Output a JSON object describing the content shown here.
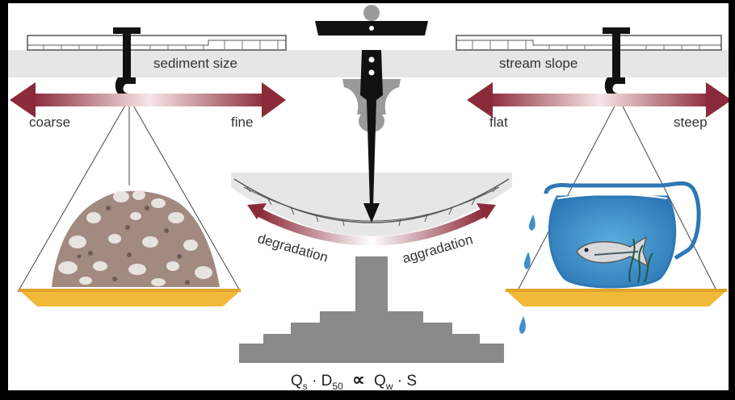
{
  "labels": {
    "sediment_size": "sediment size",
    "stream_slope": "stream slope",
    "coarse": "coarse",
    "fine": "fine",
    "flat": "flat",
    "steep": "steep",
    "degradation": "degradation",
    "aggradation": "aggradation"
  },
  "formula": {
    "qs": "Q",
    "qs_sub": "s",
    "dot1": "·",
    "d50": "D",
    "d50_sub": "50",
    "proportional": "∝",
    "qw": "Q",
    "qw_sub": "w",
    "dot2": "·",
    "s": "S"
  },
  "colors": {
    "beam": "#e8e8e8",
    "arrow_dark": "#8b2a3a",
    "arrow_light": "#f4dde0",
    "pan": "#f0b93a",
    "base": "#8a8a8a",
    "water": "#3f90c8",
    "rock": "#9a8279"
  }
}
